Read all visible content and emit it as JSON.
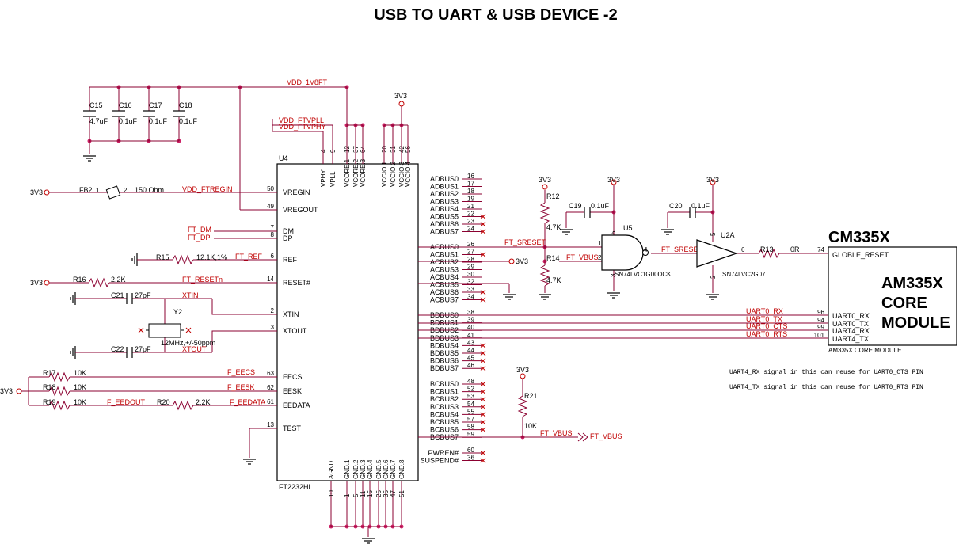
{
  "title": "USB TO UART & USB DEVICE -2",
  "colors": {
    "wire": "#8b0030",
    "junction": "#cc2266",
    "box": "#000000",
    "net": "#c00000"
  },
  "chip": {
    "ref": "U4",
    "part": "FT2232HL",
    "left_pins": [
      {
        "name": "VREGIN",
        "num": "50"
      },
      {
        "name": "VREGOUT",
        "num": "49"
      },
      {
        "name": "DM",
        "num": "7"
      },
      {
        "name": "DP",
        "num": "8"
      },
      {
        "name": "REF",
        "num": "6"
      },
      {
        "name": "RESET#",
        "num": "14"
      },
      {
        "name": "XTIN",
        "num": "2"
      },
      {
        "name": "XTOUT",
        "num": "3"
      },
      {
        "name": "EECS",
        "num": "63"
      },
      {
        "name": "EESK",
        "num": "62"
      },
      {
        "name": "EEDATA",
        "num": "61"
      },
      {
        "name": "TEST",
        "num": "13"
      }
    ],
    "top_pins": [
      {
        "name": "VPHY",
        "num": "4"
      },
      {
        "name": "VPLL",
        "num": "9"
      },
      {
        "name": "VCORE.1",
        "num": "12"
      },
      {
        "name": "VCORE.2",
        "num": "37"
      },
      {
        "name": "VCORE.3",
        "num": "64"
      },
      {
        "name": "VCCIO.1",
        "num": "20"
      },
      {
        "name": "VCCIO.2",
        "num": "31"
      },
      {
        "name": "VCCIO.3",
        "num": "42"
      },
      {
        "name": "VCCIO.4",
        "num": "56"
      }
    ],
    "bottom_pins": [
      {
        "name": "AGND",
        "num": "10"
      },
      {
        "name": "GND.1",
        "num": "1"
      },
      {
        "name": "GND.2",
        "num": "5"
      },
      {
        "name": "GND.3",
        "num": "11"
      },
      {
        "name": "GND.4",
        "num": "15"
      },
      {
        "name": "GND.5",
        "num": "25"
      },
      {
        "name": "GND.6",
        "num": "35"
      },
      {
        "name": "GND.7",
        "num": "47"
      },
      {
        "name": "GND.8",
        "num": "51"
      }
    ],
    "right_pins_a": [
      {
        "name": "ADBUS0",
        "num": "16"
      },
      {
        "name": "ADBUS1",
        "num": "17"
      },
      {
        "name": "ADBUS2",
        "num": "18"
      },
      {
        "name": "ADBUS3",
        "num": "19"
      },
      {
        "name": "ADBUS4",
        "num": "21"
      },
      {
        "name": "ADBUS5",
        "num": "22"
      },
      {
        "name": "ADBUS6",
        "num": "23"
      },
      {
        "name": "ADBUS7",
        "num": "24"
      }
    ],
    "right_pins_ac": [
      {
        "name": "ACBUS0",
        "num": "26"
      },
      {
        "name": "ACBUS1",
        "num": "27"
      },
      {
        "name": "ACBUS2",
        "num": "28"
      },
      {
        "name": "ACBUS3",
        "num": "29"
      },
      {
        "name": "ACBUS4",
        "num": "30"
      },
      {
        "name": "ACBUS5",
        "num": "32"
      },
      {
        "name": "ACBUS6",
        "num": "33"
      },
      {
        "name": "ACBUS7",
        "num": "34"
      }
    ],
    "right_pins_bd": [
      {
        "name": "BDBUS0",
        "num": "38"
      },
      {
        "name": "BDBUS1",
        "num": "39"
      },
      {
        "name": "BDBUS2",
        "num": "40"
      },
      {
        "name": "BDBUS3",
        "num": "41"
      },
      {
        "name": "BDBUS4",
        "num": "43"
      },
      {
        "name": "BDBUS5",
        "num": "44"
      },
      {
        "name": "BDBUS6",
        "num": "45"
      },
      {
        "name": "BDBUS7",
        "num": "46"
      }
    ],
    "right_pins_bc": [
      {
        "name": "BCBUS0",
        "num": "48"
      },
      {
        "name": "BCBUS1",
        "num": "52"
      },
      {
        "name": "BCBUS2",
        "num": "53"
      },
      {
        "name": "BCBUS3",
        "num": "54"
      },
      {
        "name": "BCBUS4",
        "num": "55"
      },
      {
        "name": "BCBUS5",
        "num": "57"
      },
      {
        "name": "BCBUS6",
        "num": "58"
      },
      {
        "name": "BCBUS7",
        "num": "59"
      }
    ],
    "right_pins_pw": [
      {
        "name": "PWREN#",
        "num": "60"
      },
      {
        "name": "SUSPEND#",
        "num": "36"
      }
    ]
  },
  "nets": {
    "vdd_1v8ft": "VDD_1V8FT",
    "vdd_ftvpll": "VDD_FTVPLL",
    "vdd_ftvphy": "VDD_FTVPHY",
    "vdd_ftregin": "VDD_FTREGIN",
    "ft_dm": "FT_DM",
    "ft_dp": "FT_DP",
    "ft_ref": "FT_REF",
    "ft_resetn": "FT_RESETn",
    "xtin": "XTIN",
    "xtout": "XTOUT",
    "f_eecs": "F_EECS",
    "f_eesk": "F_EESK",
    "f_eedout": "F_EEDOUT",
    "f_eedata": "F_EEDATA",
    "ft_sreset": "FT_SRESET",
    "ft_vbus": "FT_VBUS",
    "ft_sresetn": "FT_SRESETn",
    "uart0_rx": "UART0_RX",
    "uart0_tx": "UART0_TX",
    "uart0_cts": "UART0_CTS",
    "uart0_rts": "UART0_RTS",
    "v3v3": "3V3"
  },
  "caps": [
    {
      "ref": "C15",
      "val": "4.7uF"
    },
    {
      "ref": "C16",
      "val": "0.1uF"
    },
    {
      "ref": "C17",
      "val": "0.1uF"
    },
    {
      "ref": "C18",
      "val": "0.1uF"
    },
    {
      "ref": "C19",
      "val": "0.1uF"
    },
    {
      "ref": "C20",
      "val": "0.1uF"
    },
    {
      "ref": "C21",
      "val": "27pF"
    },
    {
      "ref": "C22",
      "val": "27pF"
    }
  ],
  "parts": {
    "fb2": {
      "ref": "FB2",
      "val": "150 Ohm",
      "p1": "1",
      "p2": "2"
    },
    "r15": {
      "ref": "R15",
      "val": "12.1K,1%"
    },
    "r16": {
      "ref": "R16",
      "val": "2.2K"
    },
    "y2": {
      "ref": "Y2",
      "val": "12MHz,+/-50ppm"
    },
    "r17": {
      "ref": "R17",
      "val": "10K"
    },
    "r18": {
      "ref": "R18",
      "val": "10K"
    },
    "r19": {
      "ref": "R19",
      "val": "10K"
    },
    "r20": {
      "ref": "R20",
      "val": "2.2K"
    },
    "r12": {
      "ref": "R12",
      "val": "4.7K"
    },
    "r14": {
      "ref": "R14",
      "val": "4.7K"
    },
    "r21": {
      "ref": "R21",
      "val": "10K"
    },
    "r13": {
      "ref": "R13",
      "val": "0R"
    },
    "u5": {
      "ref": "U5",
      "part": "SN74LVC1G00DCK",
      "pin1": "1",
      "pin2": "2",
      "pin4": "4",
      "pin5": "5",
      "pin3": "3"
    },
    "u2a": {
      "ref": "U2A",
      "part": "SN74LVC2G07",
      "pin5": "5",
      "pin6": "6",
      "pin2": "2"
    }
  },
  "module": {
    "header": "CM335X",
    "line1": "AM335X",
    "line2": "CORE",
    "line3": "MODULE",
    "footer": "AM335X CORE MODULE",
    "reset_pin": {
      "name": "GLOBLE_RESET",
      "num": "74"
    },
    "pins": [
      {
        "name": "UART0_RX",
        "num": "96"
      },
      {
        "name": "UART0_TX",
        "num": "94"
      },
      {
        "name": "UART4_RX",
        "num": "99"
      },
      {
        "name": "UART4_TX",
        "num": "101"
      }
    ]
  },
  "notes": [
    "UART4_RX  signal in this can reuse for UART0_CTS PIN",
    "UART4_TX  signal in this can reuse for UART0_RTS PIN"
  ]
}
